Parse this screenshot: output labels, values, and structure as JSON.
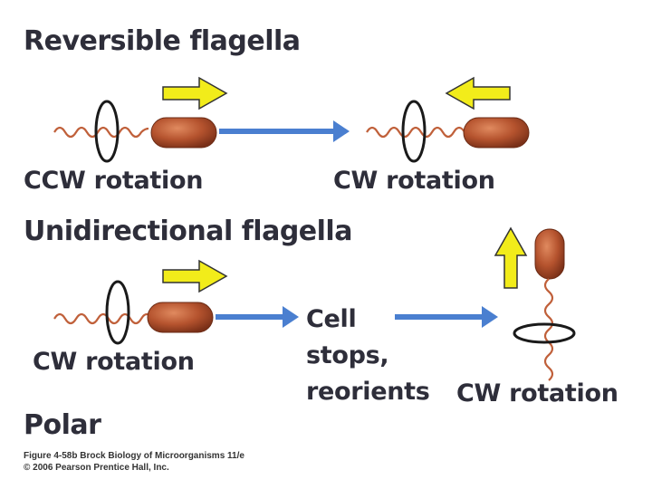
{
  "sections": {
    "reversible": {
      "heading": "Reversible flagella",
      "left_label": "CCW rotation",
      "right_label": "CW rotation"
    },
    "unidirectional": {
      "heading": "Unidirectional flagella",
      "left_label": "CW rotation",
      "middle_label_lines": [
        "Cell",
        "stops,",
        "reorients"
      ],
      "right_label": "CW rotation"
    },
    "polar": {
      "heading": "Polar"
    }
  },
  "caption": {
    "line1": "Figure 4-58b Brock Biology of Microorganisms 11/e",
    "line2": "© 2006 Pearson Prentice Hall, Inc."
  },
  "colors": {
    "cell_body": "#b5532e",
    "cell_highlight": "#e08a5f",
    "flagellum": "#c0603a",
    "motion_arrow": "#f2ec1a",
    "process_arrow": "#4a7fd0",
    "rotation_arrow": "#1a1a1a",
    "text": "#2e2e3a"
  },
  "icons": [
    "yellow-arrow-icon",
    "blue-arrow-icon",
    "rotation-arrow-icon",
    "bacterium-cell-icon",
    "flagellum-icon"
  ]
}
